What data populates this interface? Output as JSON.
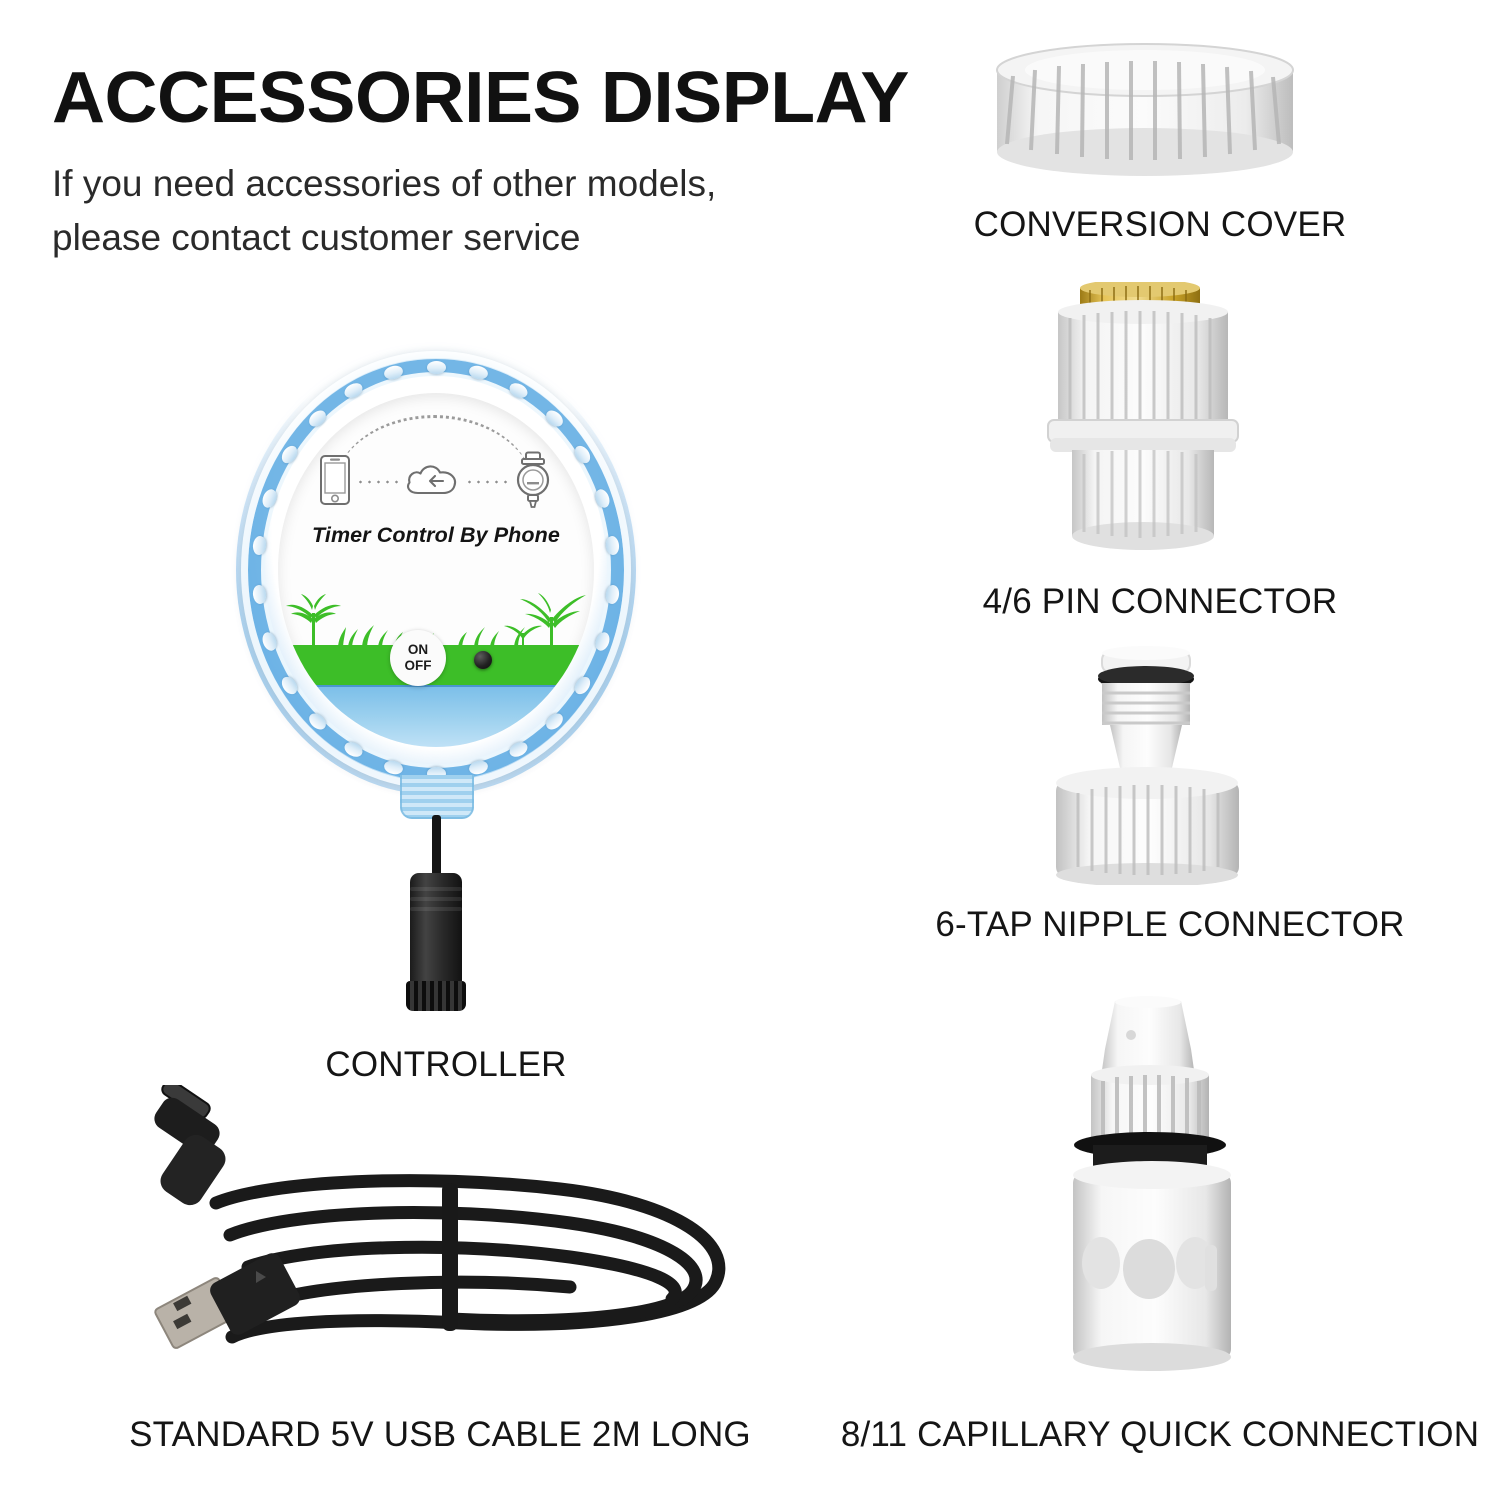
{
  "header": {
    "title": "ACCESSORIES DISPLAY",
    "subtitle_line1": "If you need accessories of other models,",
    "subtitle_line2": "please contact customer service"
  },
  "colors": {
    "ring_blue": "#60ACE2",
    "grass_green": "#3DBE28",
    "water_blue": "#7CBFE9",
    "brass_gold": "#C9A227",
    "plastic_white": "#F2F2F2",
    "cable_black": "#151515",
    "text_dark": "#151515"
  },
  "items": [
    {
      "id": "controller",
      "caption": "CONTROLLER",
      "face_title": "Timer Control By Phone",
      "button": {
        "on_label": "ON",
        "off_label": "OFF"
      },
      "icons": [
        "smartphone-icon",
        "cloud-icon",
        "water-timer-icon"
      ]
    },
    {
      "id": "usb-cable",
      "caption": "STANDARD 5V USB CABLE 2M LONG"
    },
    {
      "id": "conversion-cover",
      "caption": "CONVERSION COVER"
    },
    {
      "id": "pin-connector",
      "caption": "4/6 PIN CONNECTOR"
    },
    {
      "id": "nipple-connector",
      "caption": "6-TAP NIPPLE CONNECTOR"
    },
    {
      "id": "quick-connection",
      "caption": "8/11 CAPILLARY QUICK CONNECTION"
    }
  ]
}
